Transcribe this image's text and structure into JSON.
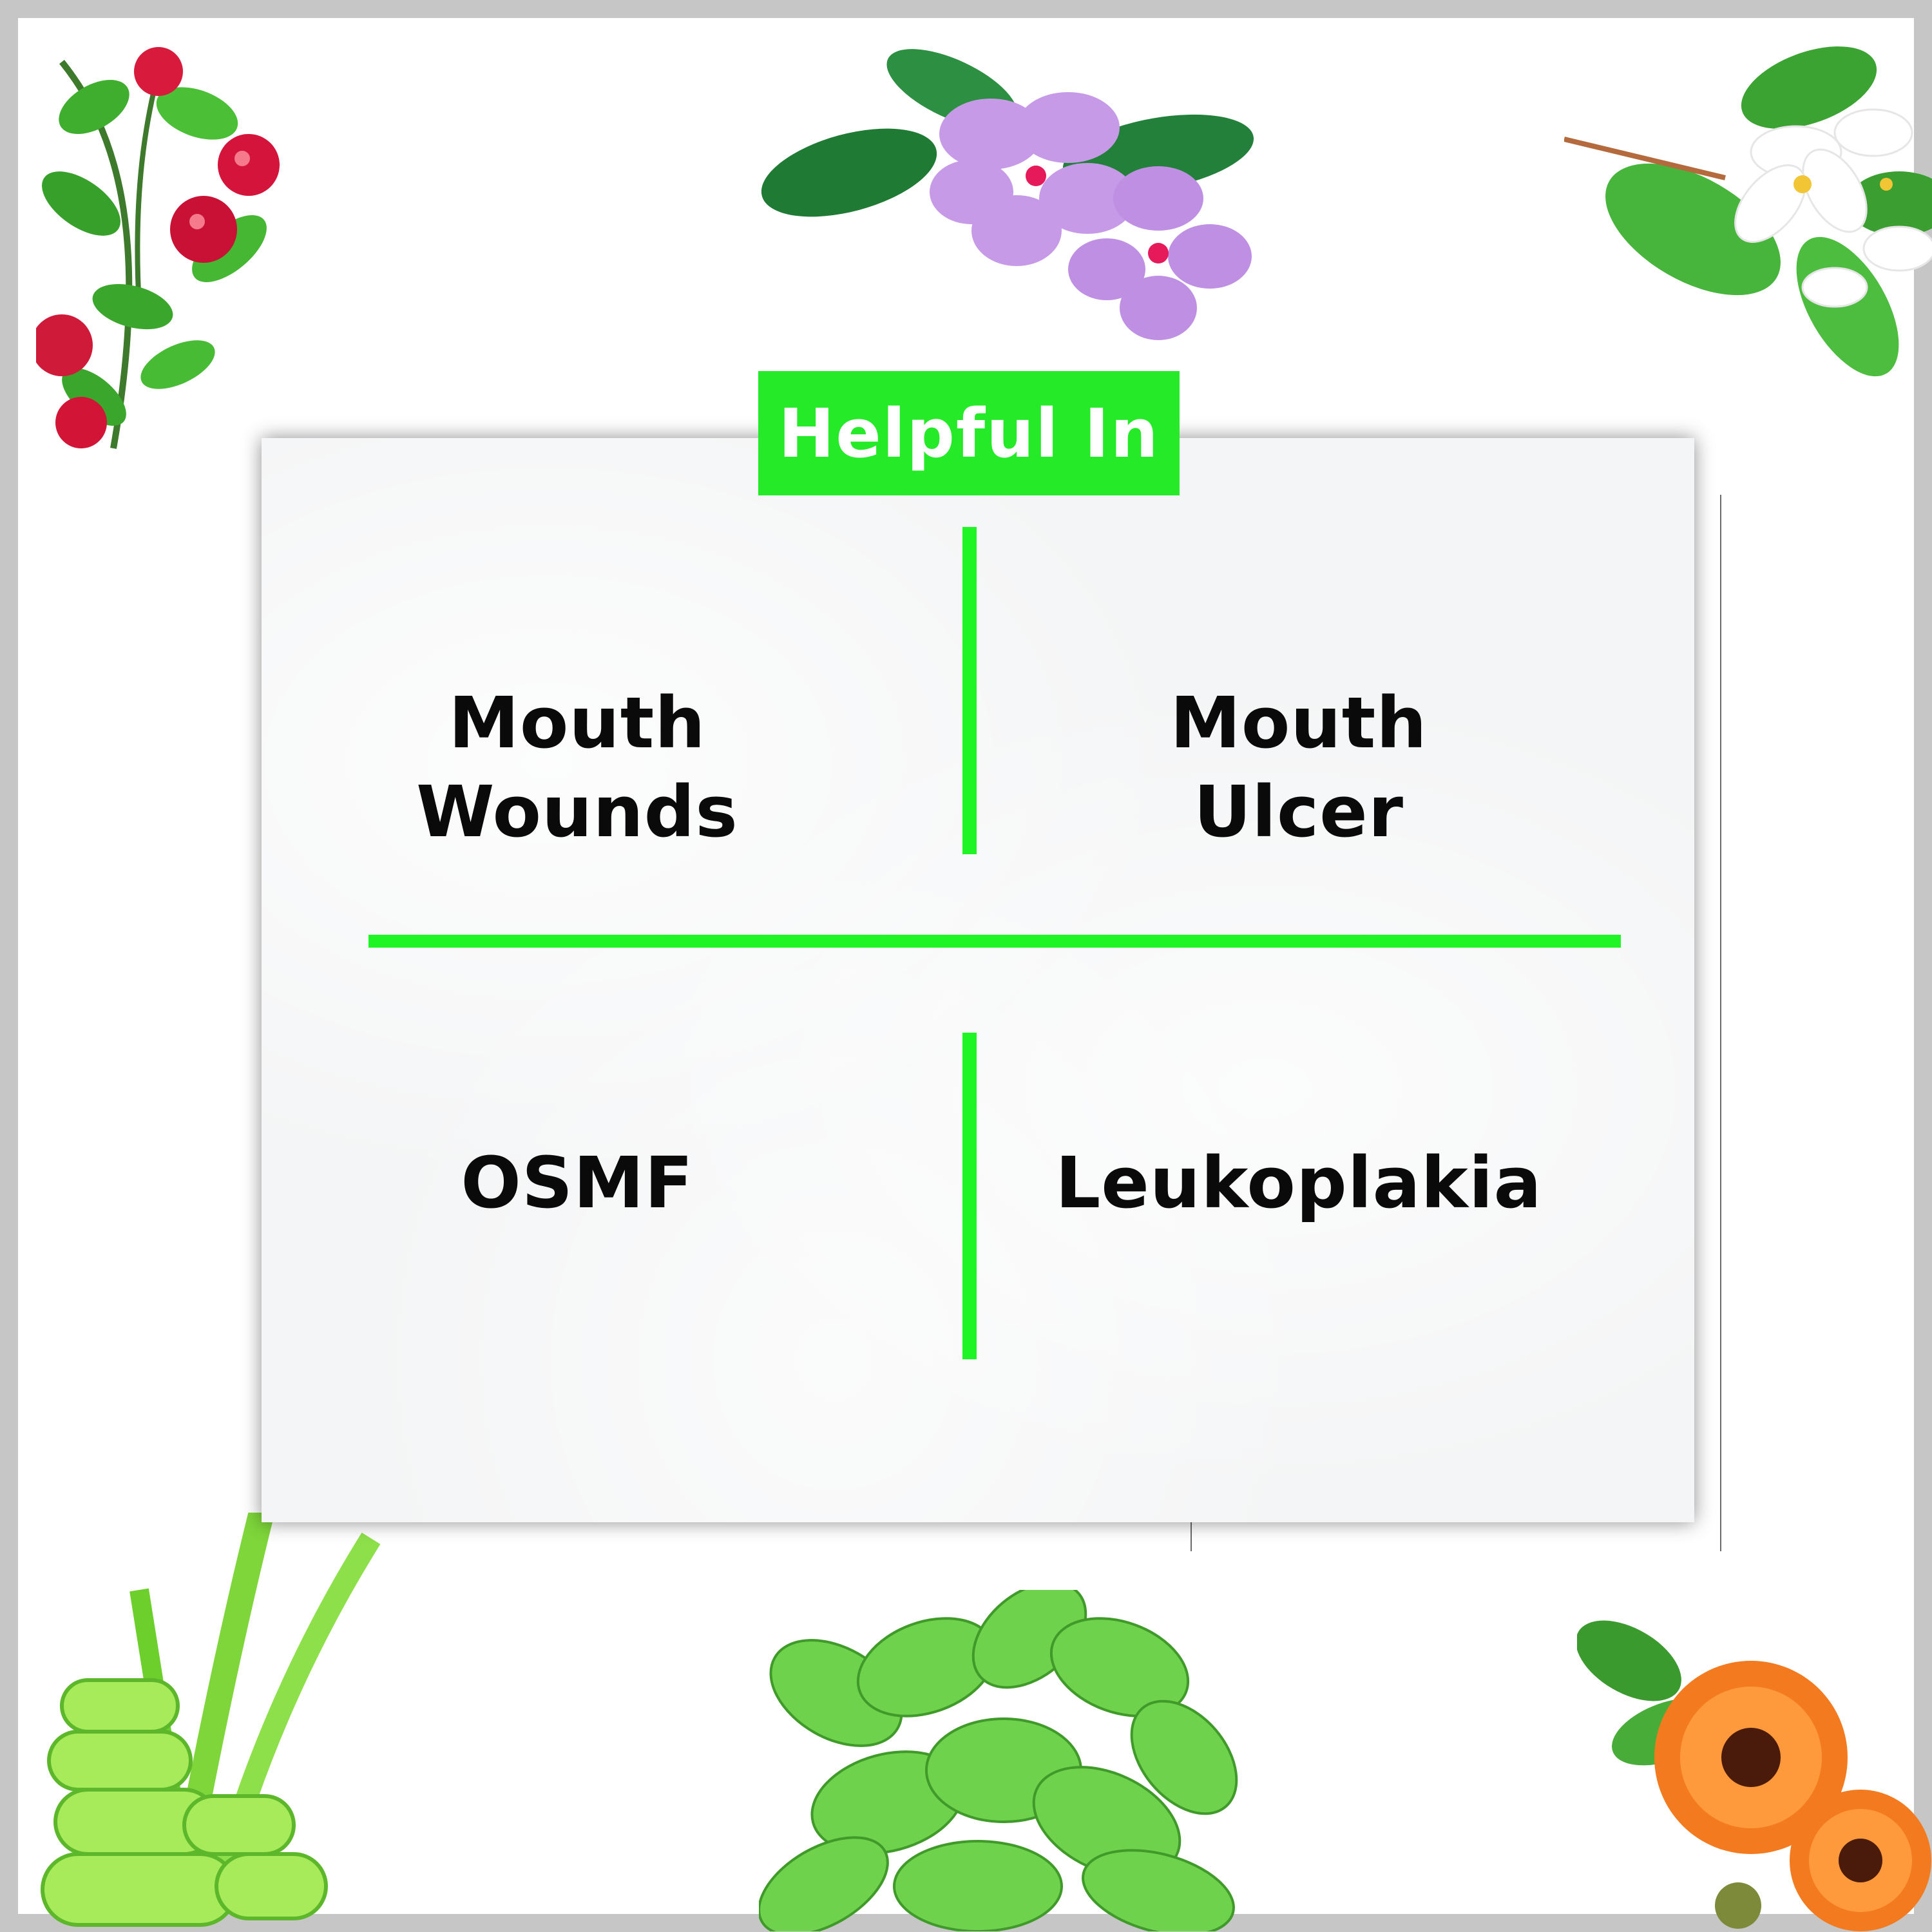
{
  "title": "Helpful In",
  "items": [
    {
      "line1": "Mouth",
      "line2": "Wounds"
    },
    {
      "line1": "Mouth",
      "line2": "Ulcer"
    },
    {
      "line1": "OSMF",
      "line2": ""
    },
    {
      "line1": "Leukoplakia",
      "line2": ""
    }
  ],
  "colors": {
    "accent_green": "#25ea28",
    "border_gray": "#c6c6c6",
    "text": "#0a0a0a"
  },
  "decorations": [
    "cranberry-branch-icon",
    "periwinkle-flower-icon",
    "jasmine-flower-icon",
    "aloe-vera-icon",
    "mint-leaves-icon",
    "calendula-flower-icon"
  ]
}
